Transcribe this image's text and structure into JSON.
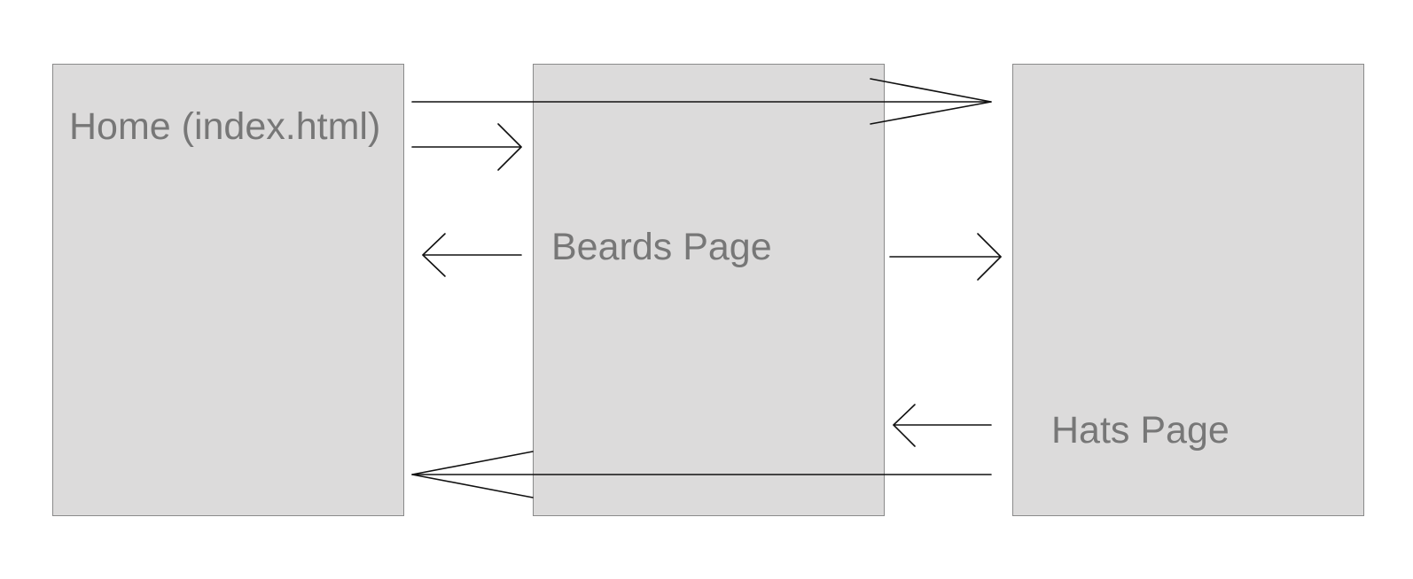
{
  "pages": {
    "home": {
      "label": "Home (index.html)"
    },
    "beards": {
      "label": "Beards Page"
    },
    "hats": {
      "label": "Hats Page"
    }
  },
  "links": [
    {
      "from": "home",
      "to": "beards"
    },
    {
      "from": "beards",
      "to": "home"
    },
    {
      "from": "home",
      "to": "hats"
    },
    {
      "from": "beards",
      "to": "hats"
    },
    {
      "from": "hats",
      "to": "beards"
    },
    {
      "from": "hats",
      "to": "home"
    }
  ],
  "colors": {
    "box_fill": "#dcdbdb",
    "box_border": "#8a8a8a",
    "label_text": "#777777",
    "arrow": "#111111",
    "background": "#ffffff"
  }
}
